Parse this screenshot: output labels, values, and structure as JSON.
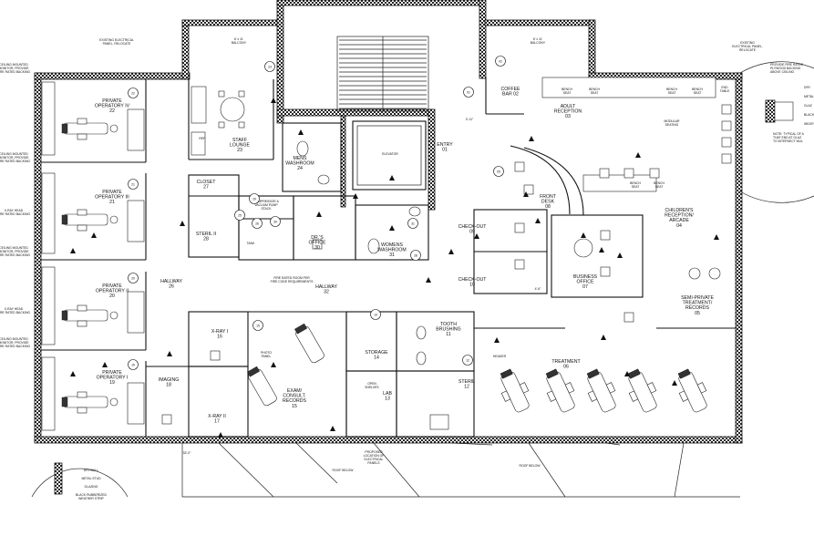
{
  "rooms": {
    "operatory4": "PRIVATE\nOPERATORY IV\n22",
    "operatory3": "PRIVATE\nOPERATORY III\n21",
    "operatory2": "PRIVATE\nOPERATORY II\n20",
    "operatory1": "PRIVATE\nOPERATORY I\n19",
    "staff_lounge": "STAFF\nLOUNGE\n23",
    "closet": "CLOSET\n27",
    "steril2": "STERIL II\n28",
    "hallway26": "HALLWAY\n26",
    "xray1": "X-RAY I\n16",
    "xray2": "X-RAY II\n17",
    "imaging": "IMAGING\n18",
    "mens_washroom": "MENS\nWASHROOM\n24",
    "drs_office": "DR.'S\nOFFICE\n30",
    "womens_washroom": "WOMENS\nWASHROOM\n31",
    "hallway32": "HALLWAY\n32",
    "exam": "EXAM/\nCONSULT.\nRECORDS\n15",
    "storage": "STORAGE\n14",
    "lab": "LAB\n13",
    "tooth_brushing": "TOOTH\nBRUSHING\n11",
    "steril12": "STERIL\n12",
    "entry": "ENTRY\n01",
    "coffee_bar": "COFFEE\nBAR 02",
    "adult_reception": "ADULT\nRECEPTION\n03",
    "checkout09": "CHECK-OUT\n09",
    "checkout10": "CHECK-OUT\n10",
    "front_desk": "FRONT\nDESK\n08",
    "business_office": "BUSINESS\nOFFICE\n07",
    "childrens": "CHILDREN'S\nRECEPTION/\nARCADE\n04",
    "semi_private": "SEMI-PRIVATE\nTREATMENT/\nRECORDS\n05",
    "treatment": "TREATMENT\n06",
    "elevator": "ELEVATOR"
  },
  "notes": {
    "existing_panel_left": "EXISTING ELECTRICAL\nPANEL, RELOCATE",
    "existing_panel_right": "EXISTING\nELECTRICAL PANEL,\nRELOCATE",
    "balcony_left": "6' x 11'\nBALCONY",
    "balcony_right": "6' x 11'\nBALCONY",
    "ceiling_mount": "CEILING MOUNTED\nMONITOR, PROVIDE\nFIRE RATED BACKING",
    "xray_head": "X-RAY HEAD\nFIRE RATED BACKING",
    "fire_rated_room": "FIRE RATED ROOM PER\nFIRE CODE REQUIREMENTS",
    "compressor": "COMPRESSOR &\nVACUUM PUMP\nSTACK",
    "tank": "TANK",
    "photo_panel": "PHOTO\nPANEL",
    "proposed_panels": "PROPOSED\nLOCATION OF\nELECTRICAL\nPANELS",
    "roof_below": "ROOF BELOW",
    "dim_33": "33'-0\"",
    "dim_3_11": "3'-11\"",
    "dim_4_6": "4'-6\"",
    "header": "HEADER",
    "modular_seating": "MODULAR\nSEATING",
    "open_shelves": "OPEN\nSHELVES",
    "right_fire_note": "PROVIDE FIRE RATED\nPLYWOOD BACKING\nABOVE CEILING",
    "right_typical_note": "NOTE: TYPICAL OF A\nTHAT END AT GLAZ\nTO INTERSECT MUL",
    "right_labels": [
      "DRY",
      "METAL",
      "GLAZ",
      "BLACK",
      "WEATH"
    ],
    "legend_labels": [
      "DRYWALL",
      "METAL STUD",
      "GLAZING",
      "BLACK RUBBERIZED\nWEATHER STRIP"
    ],
    "seat_label": "BENCH\nSEAT",
    "end_table": "END\nTABLE",
    "ref": "REF."
  },
  "door_tags": [
    "22",
    "21",
    "20",
    "19",
    "23",
    "25",
    "26",
    "29",
    "30",
    "15",
    "14",
    "12",
    "01",
    "02",
    "05",
    "28",
    "31"
  ]
}
